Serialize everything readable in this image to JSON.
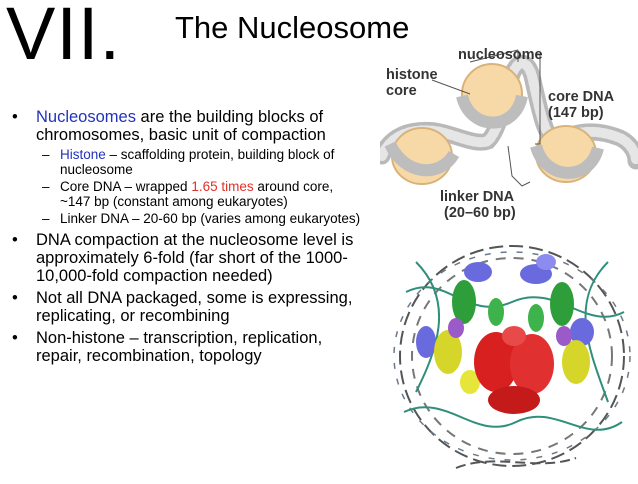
{
  "slide": {
    "numeral": "VII.",
    "title": "The Nucleosome"
  },
  "bullets": [
    {
      "pre": "",
      "highlight": "Nucleosomes",
      "post": " are the building blocks of chromosomes, basic unit of compaction",
      "subs": [
        {
          "pre": "",
          "highlight": "Histone",
          "post": " – scaffolding protein, building block of nucleosome",
          "hl_color": "#2233bb"
        },
        {
          "pre": "Core DNA – wrapped ",
          "highlight": "1.65 times",
          "post": " around core, ~147 bp (constant among eukaryotes)",
          "hl_color": "#e0302a"
        },
        {
          "pre": "Linker DNA – 20-60 bp (varies among eukaryotes)",
          "highlight": "",
          "post": "",
          "hl_color": ""
        }
      ]
    },
    {
      "text": "DNA compaction at the nucleosome level is approximately 6-fold (far short of the 1000-10,000-fold compaction needed)"
    },
    {
      "text": "Not all DNA packaged, some is expressing, replicating, or recombining"
    },
    {
      "text": "Non-histone – transcription, replication, repair, recombination, topology"
    }
  ],
  "diagram": {
    "nucleosome": "nucleosome",
    "histone": "histone",
    "core": "core",
    "core_dna": "core DNA",
    "core_dna_bp": "(147 bp)",
    "linker_dna": "linker DNA",
    "linker_dna_bp": "(20–60 bp)"
  },
  "colors": {
    "highlight_blue": "#2233bb",
    "highlight_red": "#e0302a",
    "histone_fill": "#f7d9a8",
    "dna_gray": "#c8c8c8"
  }
}
